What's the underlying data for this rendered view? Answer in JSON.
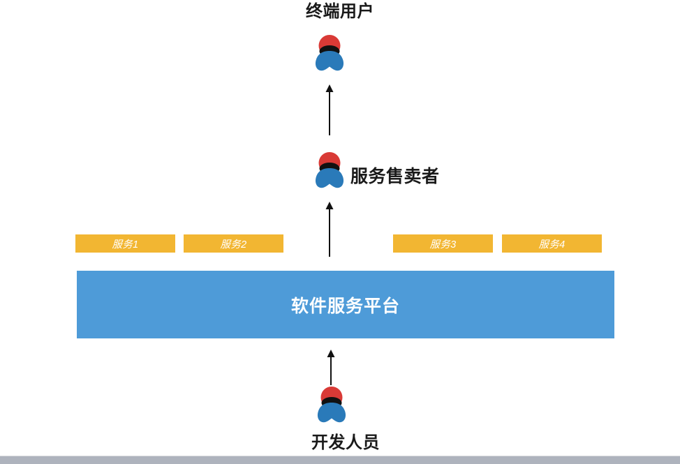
{
  "diagram": {
    "title_top": "终端用户",
    "title_bottom": "开发人员",
    "seller_label": "服务售卖者",
    "platform_label": "软件服务平台",
    "colors": {
      "platform_blue": "#4e9bd8",
      "service_orange": "#f2b632",
      "person_head_red": "#d93a36",
      "person_body_blue": "#2a7ab9",
      "person_shadow_black": "#111111",
      "arrow_black": "#111111",
      "text_dark": "#1a1a1a",
      "bottom_bar_grey": "#aeb3bd"
    },
    "icons": {
      "end_user": "person-icon",
      "seller": "person-icon",
      "developer": "person-icon",
      "arrow_up": "arrow-up-icon"
    },
    "services": [
      {
        "label": "服务1"
      },
      {
        "label": "服务2"
      },
      {
        "label": "服务3"
      },
      {
        "label": "服务4"
      }
    ],
    "flows": [
      {
        "from": "服务售卖者",
        "to": "终端用户"
      },
      {
        "from": "软件服务平台",
        "to": "服务售卖者"
      },
      {
        "from": "开发人员",
        "to": "软件服务平台"
      }
    ]
  }
}
